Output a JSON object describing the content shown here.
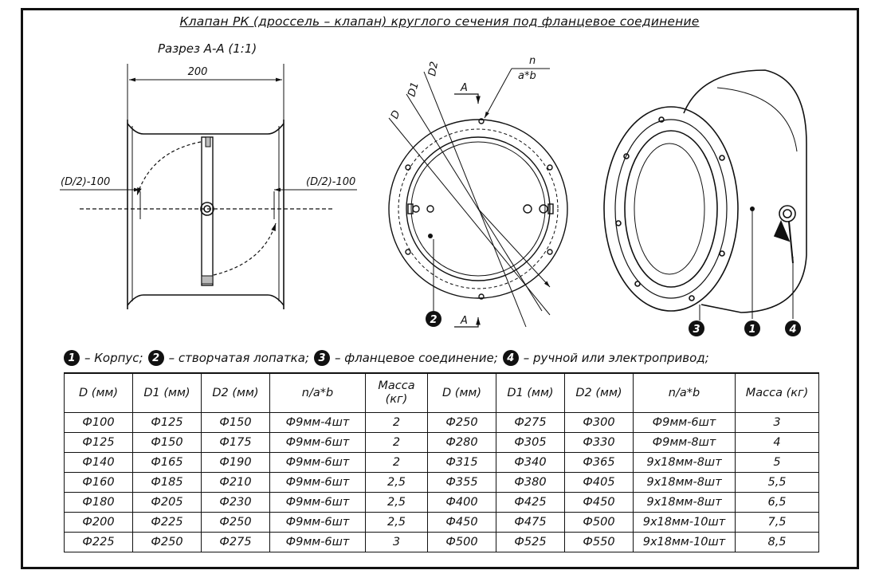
{
  "title": "Клапан РК (дроссель – клапан) круглого сечения под фланцевое соединение",
  "section": "Разрез А-А (1:1)",
  "section_view": {
    "width_dim": "200",
    "offset_left": "(D/2)-100",
    "offset_right": "(D/2)-100"
  },
  "front_view": {
    "dims": [
      "D",
      "D1",
      "D2"
    ],
    "hole_label_top": "n",
    "hole_label_bottom": "a*b",
    "cut_mark": "A"
  },
  "callouts": [
    "1",
    "2",
    "3",
    "4"
  ],
  "legend": [
    {
      "num": "1",
      "text": "– Корпус;"
    },
    {
      "num": "2",
      "text": "– створчатая лопатка;"
    },
    {
      "num": "3",
      "text": "– фланцевое соединение;"
    },
    {
      "num": "4",
      "text": "– ручной или электропривод;"
    }
  ],
  "table": {
    "headers": [
      "D (мм)",
      "D1 (мм)",
      "D2 (мм)",
      "n/a*b",
      "Масса (кг)",
      "D (мм)",
      "D1 (мм)",
      "D2 (мм)",
      "n/a*b",
      "Масса (кг)"
    ],
    "rows": [
      [
        "Ф100",
        "Ф125",
        "Ф150",
        "Ф9мм-4шт",
        "2",
        "Ф250",
        "Ф275",
        "Ф300",
        "Ф9мм-6шт",
        "3"
      ],
      [
        "Ф125",
        "Ф150",
        "Ф175",
        "Ф9мм-6шт",
        "2",
        "Ф280",
        "Ф305",
        "Ф330",
        "Ф9мм-8шт",
        "4"
      ],
      [
        "Ф140",
        "Ф165",
        "Ф190",
        "Ф9мм-6шт",
        "2",
        "Ф315",
        "Ф340",
        "Ф365",
        "9x18мм-8шт",
        "5"
      ],
      [
        "Ф160",
        "Ф185",
        "Ф210",
        "Ф9мм-6шт",
        "2,5",
        "Ф355",
        "Ф380",
        "Ф405",
        "9x18мм-8шт",
        "5,5"
      ],
      [
        "Ф180",
        "Ф205",
        "Ф230",
        "Ф9мм-6шт",
        "2,5",
        "Ф400",
        "Ф425",
        "Ф450",
        "9x18мм-8шт",
        "6,5"
      ],
      [
        "Ф200",
        "Ф225",
        "Ф250",
        "Ф9мм-6шт",
        "2,5",
        "Ф450",
        "Ф475",
        "Ф500",
        "9x18мм-10шт",
        "7,5"
      ],
      [
        "Ф225",
        "Ф250",
        "Ф275",
        "Ф9мм-6шт",
        "3",
        "Ф500",
        "Ф525",
        "Ф550",
        "9x18мм-10шт",
        "8,5"
      ]
    ]
  }
}
